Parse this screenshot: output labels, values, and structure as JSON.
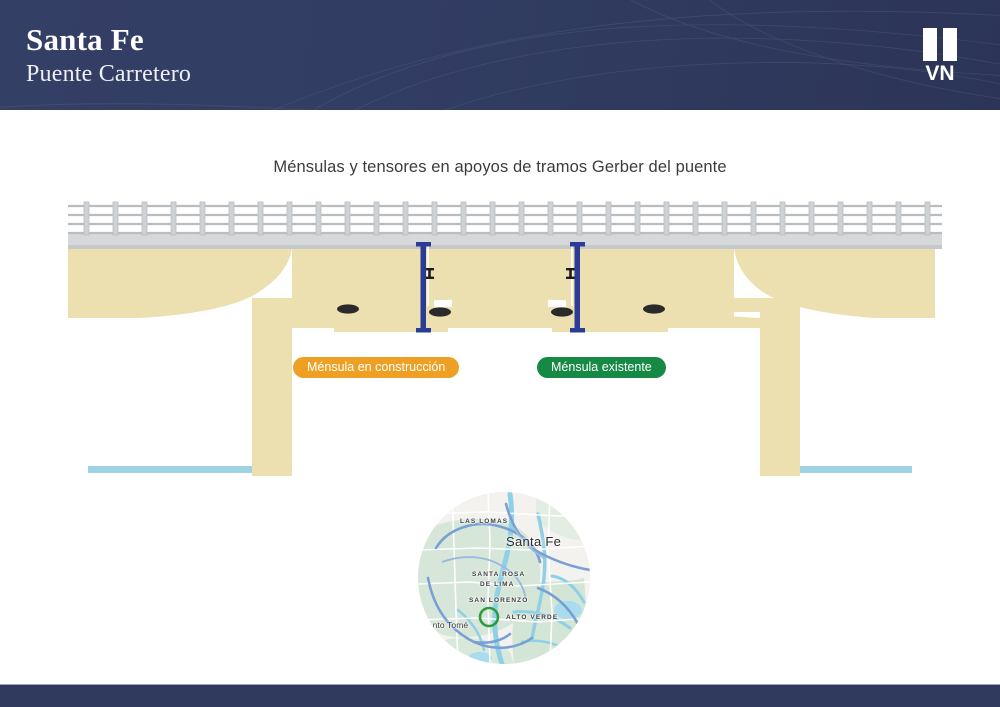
{
  "header": {
    "title": "Santa Fe",
    "subtitle": "Puente Carretero",
    "logo_text": "VN"
  },
  "diagram": {
    "title": "Ménsulas y tensores en apoyos de tramos Gerber del puente",
    "labels": [
      {
        "text": "Ménsula en construcción",
        "color": "#eda024"
      },
      {
        "text": "Ménsula existente",
        "color": "#168a45"
      }
    ],
    "colors": {
      "girder": "#ece0b0",
      "deck": "#d6d8da",
      "railing": "#c8cbcd",
      "tensioner": "#2b3c96",
      "bearing": "#2a2a2a",
      "water": "#9ed3e4",
      "header_bg": "#323d63"
    }
  },
  "map": {
    "city_label": "Santa Fe",
    "neighborhoods": [
      "LAS LOMAS",
      "SANTA ROSA",
      "DE LIMA",
      "SAN LORENZO",
      "ALTO VERDE"
    ],
    "town_label": "Santo Tomé",
    "marker": "location-marker"
  }
}
